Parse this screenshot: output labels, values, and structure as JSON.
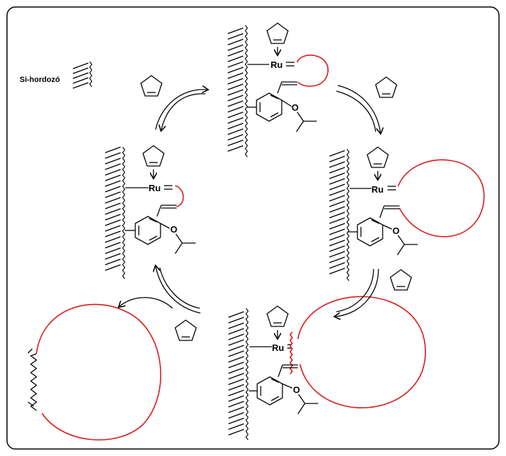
{
  "diagram": {
    "title": "",
    "support_label": "Si-hordozó",
    "metal_symbol": "Ru",
    "ether_oxygen": "O",
    "colors": {
      "frame": "#000000",
      "polymer_chain": "#d81b1b",
      "background": "#ffffff"
    },
    "stages": [
      {
        "id": "top",
        "description": "catalyst with small ring"
      },
      {
        "id": "right",
        "description": "catalyst with large ring"
      },
      {
        "id": "bottom",
        "description": "catalyst with growing ring"
      },
      {
        "id": "left",
        "description": "regenerated catalyst"
      },
      {
        "id": "released",
        "description": "released cyclic polymer"
      }
    ],
    "monomer_icon": "cyclopentene-icon"
  }
}
